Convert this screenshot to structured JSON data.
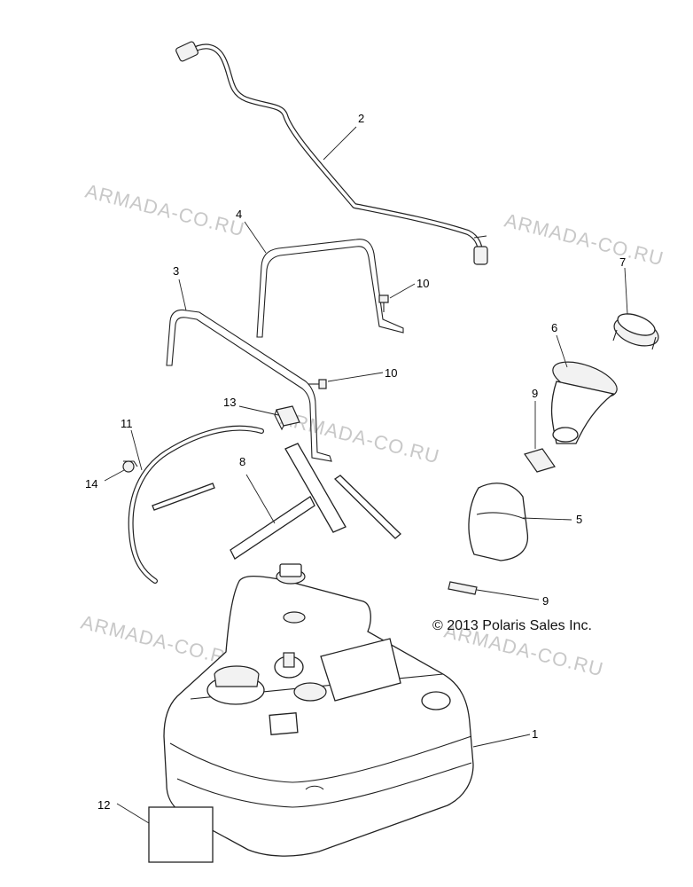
{
  "copyright": "© 2013 Polaris Sales Inc.",
  "watermark": "ARMADA-CO.RU",
  "callouts": [
    "1",
    "2",
    "3",
    "4",
    "5",
    "6",
    "7",
    "8",
    "9",
    "9",
    "10",
    "10",
    "11",
    "12",
    "13",
    "14"
  ]
}
